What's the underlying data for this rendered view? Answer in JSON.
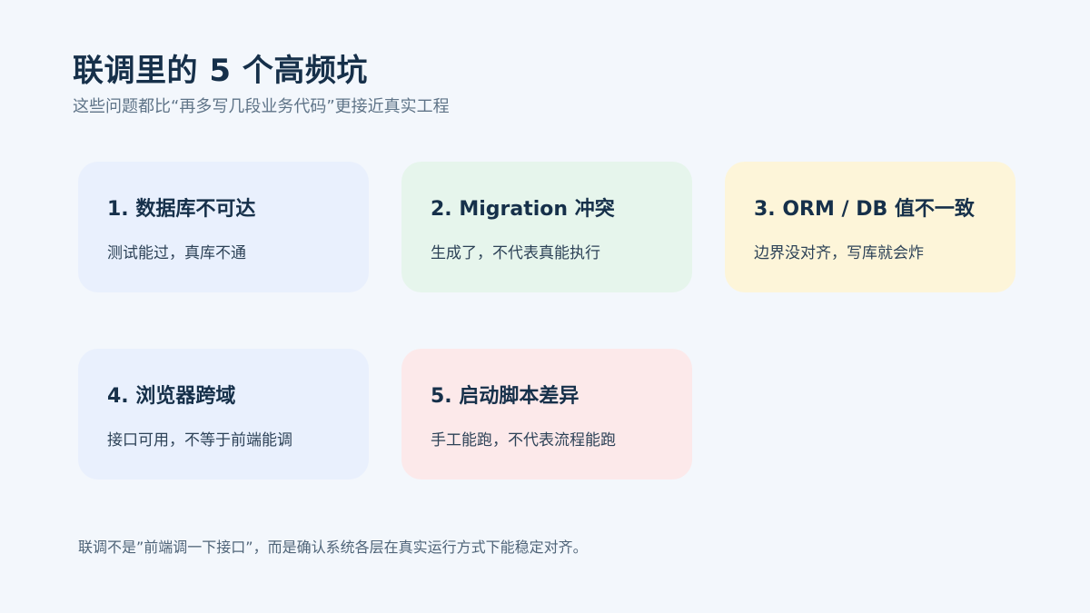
{
  "header": {
    "title": "联调里的 5 个高频坑",
    "subtitle": "这些问题都比“再多写几段业务代码”更接近真实工程"
  },
  "cards": [
    {
      "title": "1. 数据库不可达",
      "desc": "测试能过，真库不通",
      "color": "#e9f0fd"
    },
    {
      "title": "2. Migration 冲突",
      "desc": "生成了，不代表真能执行",
      "color": "#e6f5ec"
    },
    {
      "title": "3. ORM / DB 值不一致",
      "desc": "边界没对齐，写库就会炸",
      "color": "#fdf5d9"
    },
    {
      "title": "4. 浏览器跨域",
      "desc": "接口可用，不等于前端能调",
      "color": "#e9f0fd"
    },
    {
      "title": "5. 启动脚本差异",
      "desc": "手工能跑，不代表流程能跑",
      "color": "#fce9ea"
    }
  ],
  "footer": {
    "note": "联调不是”前端调一下接口”，而是确认系统各层在真实运行方式下能稳定对齐。"
  }
}
